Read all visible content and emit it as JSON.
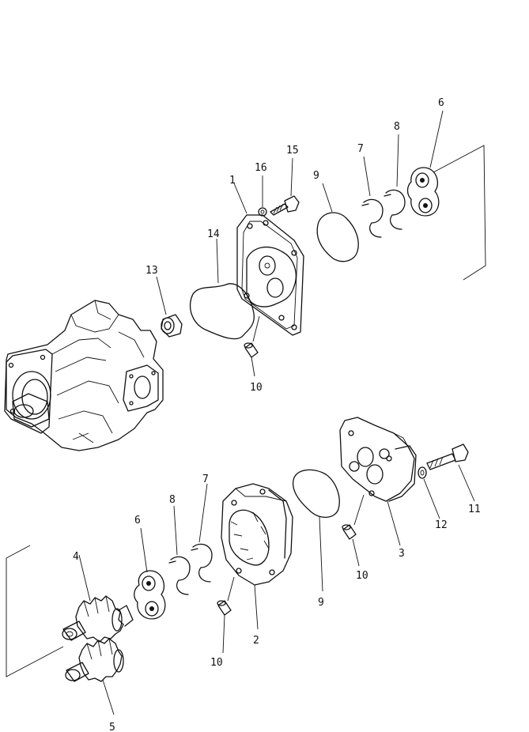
{
  "labels": {
    "l1": "1",
    "l2": "2",
    "l3": "3",
    "l4": "4",
    "l5": "5",
    "l6_top": "6",
    "l6_bot": "6",
    "l7_top": "7",
    "l7_bot": "7",
    "l8_top": "8",
    "l8_bot": "8",
    "l9_top": "9",
    "l9_bot": "9",
    "l10_a": "10",
    "l10_b": "10",
    "l10_c": "10",
    "l11": "11",
    "l12": "12",
    "l13": "13",
    "l14": "14",
    "l15": "15",
    "l16": "16"
  }
}
